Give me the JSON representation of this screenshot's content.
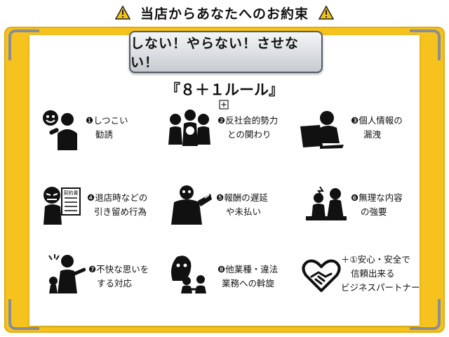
{
  "header": {
    "title": "当店からあなたへのお約束"
  },
  "clipboard": {
    "motto": "しない！やらない！させない！"
  },
  "rules": {
    "title": "『８＋１ルール』",
    "items": [
      {
        "line1": "❶しつこい",
        "line2": "勧誘"
      },
      {
        "line1": "❷反社会的勢力",
        "line2": "との関わり"
      },
      {
        "line1": "❸個人情報の",
        "line2": "漏洩"
      },
      {
        "line1": "❹退店時などの",
        "line2": "引き留め行為"
      },
      {
        "line1": "❺報酬の遅延",
        "line2": "や未払い"
      },
      {
        "line1": "❻無理な内容",
        "line2": "の強要"
      },
      {
        "line1": "❼不快な思いを",
        "line2": "する対応"
      },
      {
        "line1": "❽他業種・違法",
        "line2": "業務への斡旋"
      },
      {
        "line1": "＋①安心・安全で",
        "line2": "信頼出来る",
        "line3": "ビジネスパートナー"
      }
    ],
    "contract_label": "契約書"
  },
  "colors": {
    "board": "#f6c21d",
    "paper": "#ffffff",
    "ink": "#111111",
    "warning": "#f4c20d"
  }
}
